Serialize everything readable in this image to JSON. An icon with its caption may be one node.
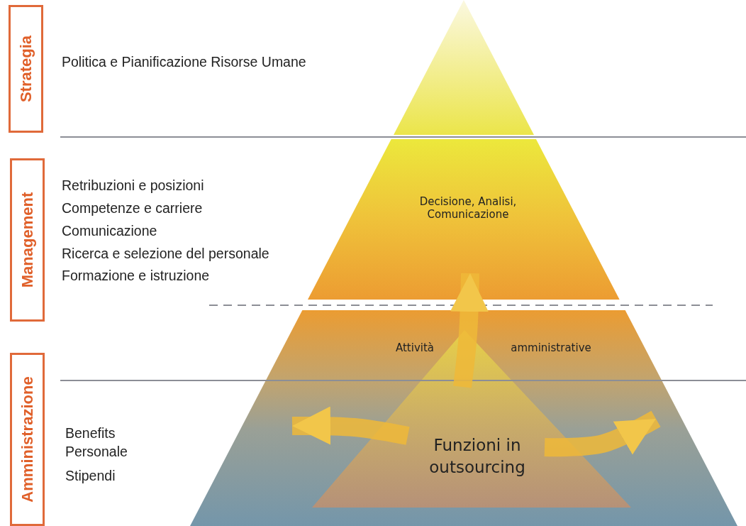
{
  "diagram": {
    "nodes": [
      {
        "text": [
          "Strategia"
        ]
      },
      {
        "text": [
          "Management"
        ]
      },
      {
        "text": [
          "Amministrazione"
        ]
      },
      {
        "text": [
          "Decisione, Analisi, Comunicazione"
        ]
      },
      {
        "text": [
          "Attività",
          "amministrative"
        ]
      },
      {
        "text": [
          "Funzioni in outsourcing"
        ],
        "in": 4
      }
    ],
    "edges": [
      {
        "from": 5,
        "to": 3,
        "arrow": "to"
      },
      {
        "from": 5,
        "to": 4,
        "arrow": "to"
      },
      {
        "from": 5,
        "to": 4,
        "arrow": "to"
      }
    ],
    "labels": [
      "Politica e Pianificazione Risorse Umane",
      "Retribuzioni e posizioni",
      "Competenze e carriere",
      "Comunicazione",
      "Ricerca e selezione del personale",
      "Formazione e istruzione",
      "Benefits",
      "Personale",
      "Stipendi"
    ]
  }
}
